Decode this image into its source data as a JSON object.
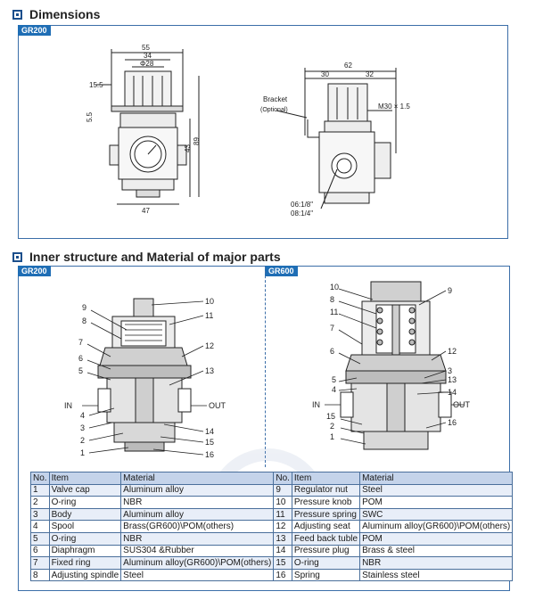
{
  "sections": {
    "dimensions_title": "Dimensions",
    "inner_title": "Inner structure and Material of major parts"
  },
  "tags": {
    "dim_panel": "GR200",
    "inner_left": "GR200",
    "inner_right": "GR600"
  },
  "dimensions": {
    "front": {
      "d55": "55",
      "d34": "34",
      "d28": "Φ28",
      "d15_5": "15.5",
      "d5_5": "5.5",
      "d43": "43",
      "d89": "89",
      "d47": "47"
    },
    "side": {
      "d62": "62",
      "d30": "30",
      "d32": "32",
      "bracket": "Bracket",
      "optional": "(Optional)",
      "thread": "M30 × 1.5",
      "port1": "06:1/8\"",
      "port2": "08:1/4\""
    }
  },
  "diagram_labels": {
    "left": {
      "n1": "1",
      "n2": "2",
      "n3": "3",
      "n4": "4",
      "n5": "5",
      "n6": "6",
      "n7": "7",
      "n8": "8",
      "n9": "9",
      "n10": "10",
      "n11": "11",
      "n12": "12",
      "n13": "13",
      "n14": "14",
      "n15": "15",
      "n16": "16",
      "in": "IN",
      "out": "OUT"
    },
    "right": {
      "n1": "1",
      "n2": "2",
      "n3": "3",
      "n4": "4",
      "n5": "5",
      "n6": "6",
      "n7": "7",
      "n8": "8",
      "n9": "9",
      "n10": "10",
      "n11": "11",
      "n12": "12",
      "n13": "13",
      "n14": "14",
      "n15": "15",
      "n16": "16",
      "in": "IN",
      "out": "OUT"
    }
  },
  "parts_table": {
    "headers": [
      "No.",
      "Item",
      "Material",
      "No.",
      "Item",
      "Material"
    ],
    "rows": [
      [
        "1",
        "Valve cap",
        "Aluminum alloy",
        "9",
        "Regulator nut",
        "Steel"
      ],
      [
        "2",
        "O-ring",
        "NBR",
        "10",
        "Pressure knob",
        "POM"
      ],
      [
        "3",
        "Body",
        "Aluminum alloy",
        "11",
        "Pressure spring",
        "SWC"
      ],
      [
        "4",
        "Spool",
        "Brass(GR600)\\POM(others)",
        "12",
        "Adjusting seat",
        "Aluminum alloy(GR600)\\POM(others)"
      ],
      [
        "5",
        "O-ring",
        "NBR",
        "13",
        "Feed back tuble",
        "POM"
      ],
      [
        "6",
        "Diaphragm",
        "SUS304 &Rubber",
        "14",
        "Pressure plug",
        "Brass & steel"
      ],
      [
        "7",
        "Fixed ring",
        "Aluminum alloy(GR600)\\POM(others)",
        "15",
        "O-ring",
        "NBR"
      ],
      [
        "8",
        "Adjusting spindle",
        "Steel",
        "16",
        "Spring",
        "Stainless steel"
      ]
    ]
  },
  "colors": {
    "accent": "#1f6eb5",
    "border": "#3b6ea8",
    "table_header": "#c4d3ea"
  }
}
